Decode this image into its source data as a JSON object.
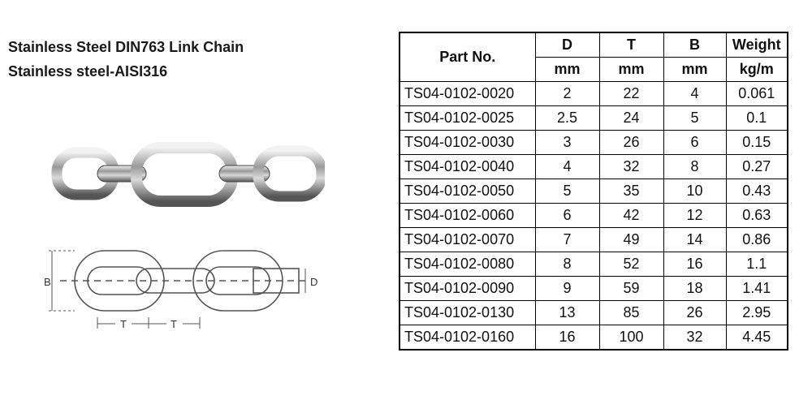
{
  "titles": {
    "line1": "Stainless Steel DIN763 Link Chain",
    "line2": "Stainless steel-AISI316"
  },
  "diagram": {
    "label_b": "B",
    "label_d": "D",
    "label_t1": "T",
    "label_t2": "T"
  },
  "table": {
    "headers": {
      "part_no": "Part No.",
      "d": "D",
      "t": "T",
      "b": "B",
      "weight": "Weight",
      "d_unit": "mm",
      "t_unit": "mm",
      "b_unit": "mm",
      "weight_unit": "kg/m"
    },
    "rows": [
      {
        "part": "TS04-0102-0020",
        "d": "2",
        "t": "22",
        "b": "4",
        "w": "0.061"
      },
      {
        "part": "TS04-0102-0025",
        "d": "2.5",
        "t": "24",
        "b": "5",
        "w": "0.1"
      },
      {
        "part": "TS04-0102-0030",
        "d": "3",
        "t": "26",
        "b": "6",
        "w": "0.15"
      },
      {
        "part": "TS04-0102-0040",
        "d": "4",
        "t": "32",
        "b": "8",
        "w": "0.27"
      },
      {
        "part": "TS04-0102-0050",
        "d": "5",
        "t": "35",
        "b": "10",
        "w": "0.43"
      },
      {
        "part": "TS04-0102-0060",
        "d": "6",
        "t": "42",
        "b": "12",
        "w": "0.63"
      },
      {
        "part": "TS04-0102-0070",
        "d": "7",
        "t": "49",
        "b": "14",
        "w": "0.86"
      },
      {
        "part": "TS04-0102-0080",
        "d": "8",
        "t": "52",
        "b": "16",
        "w": "1.1"
      },
      {
        "part": "TS04-0102-0090",
        "d": "9",
        "t": "59",
        "b": "18",
        "w": "1.41"
      },
      {
        "part": "TS04-0102-0130",
        "d": "13",
        "t": "85",
        "b": "26",
        "w": "2.95"
      },
      {
        "part": "TS04-0102-0160",
        "d": "16",
        "t": "100",
        "b": "32",
        "w": "4.45"
      }
    ]
  }
}
